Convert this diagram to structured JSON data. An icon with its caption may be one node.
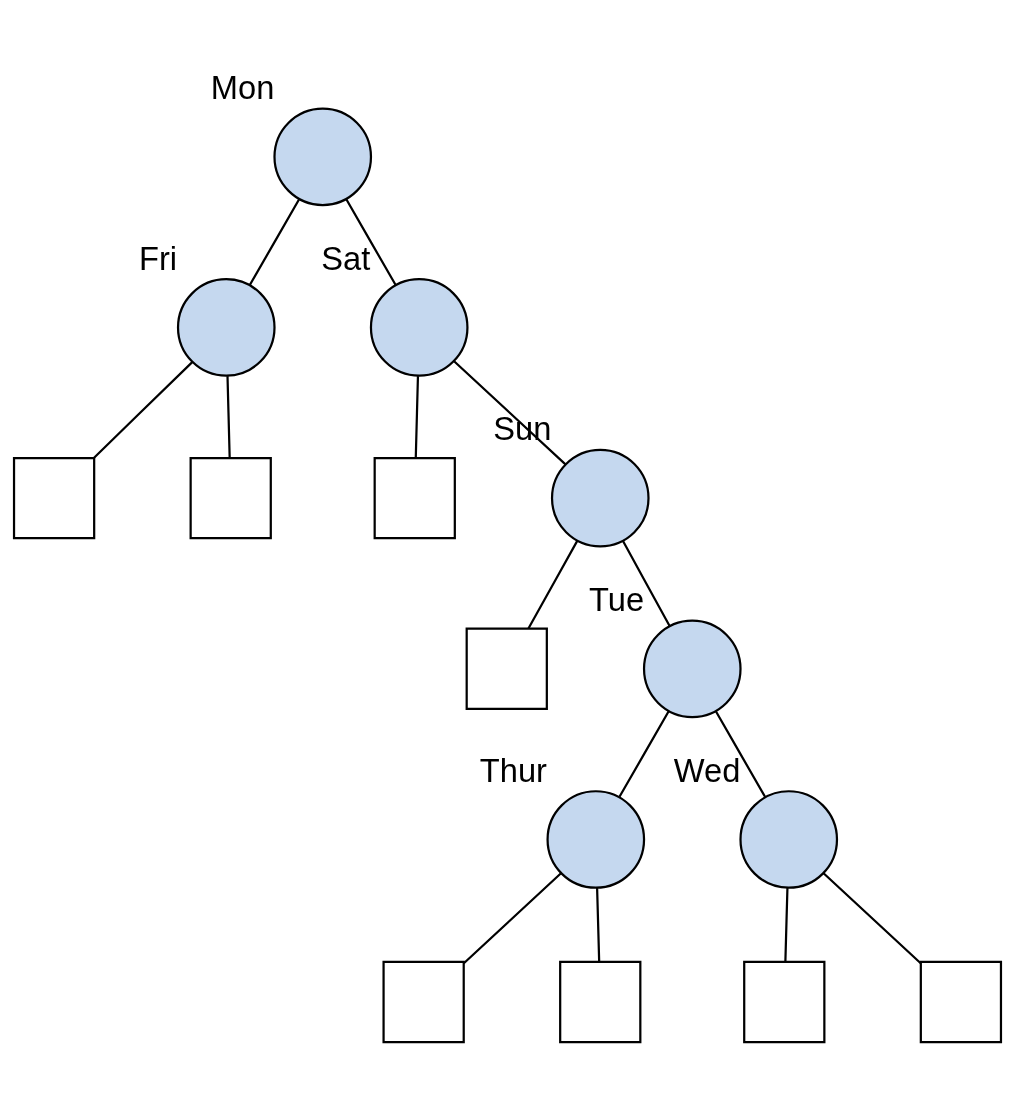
{
  "diagram": {
    "nodes": [
      {
        "text": [],
        "shape": "circle",
        "beside": [
          "Mon"
        ]
      },
      {
        "text": [],
        "shape": "circle",
        "beside": [
          "Fri"
        ]
      },
      {
        "text": [],
        "shape": "circle",
        "beside": [
          "Sat"
        ]
      },
      {
        "text": [],
        "shape": "box"
      },
      {
        "text": [],
        "shape": "box"
      },
      {
        "text": [],
        "shape": "box"
      },
      {
        "text": [],
        "shape": "circle",
        "beside": [
          "Sun"
        ]
      },
      {
        "text": [],
        "shape": "box"
      },
      {
        "text": [],
        "shape": "circle",
        "beside": [
          "Tue"
        ]
      },
      {
        "text": [],
        "shape": "circle",
        "beside": [
          "Thur"
        ]
      },
      {
        "text": [],
        "shape": "circle",
        "beside": [
          "Wed"
        ]
      },
      {
        "text": [],
        "shape": "box"
      },
      {
        "text": [],
        "shape": "box"
      },
      {
        "text": [],
        "shape": "box"
      },
      {
        "text": [],
        "shape": "box"
      }
    ],
    "edges": [
      {
        "from": 0,
        "to": 1,
        "arrow": "none"
      },
      {
        "from": 0,
        "to": 2,
        "arrow": "none"
      },
      {
        "from": 1,
        "to": 3,
        "arrow": "none"
      },
      {
        "from": 1,
        "to": 4,
        "arrow": "none"
      },
      {
        "from": 2,
        "to": 5,
        "arrow": "none"
      },
      {
        "from": 2,
        "to": 6,
        "arrow": "none"
      },
      {
        "from": 6,
        "to": 7,
        "arrow": "none"
      },
      {
        "from": 6,
        "to": 8,
        "arrow": "none"
      },
      {
        "from": 8,
        "to": 9,
        "arrow": "none"
      },
      {
        "from": 8,
        "to": 10,
        "arrow": "none"
      },
      {
        "from": 9,
        "to": 11,
        "arrow": "none"
      },
      {
        "from": 9,
        "to": 12,
        "arrow": "none"
      },
      {
        "from": 10,
        "to": 13,
        "arrow": "none"
      },
      {
        "from": 10,
        "to": 14,
        "arrow": "none"
      }
    ]
  }
}
